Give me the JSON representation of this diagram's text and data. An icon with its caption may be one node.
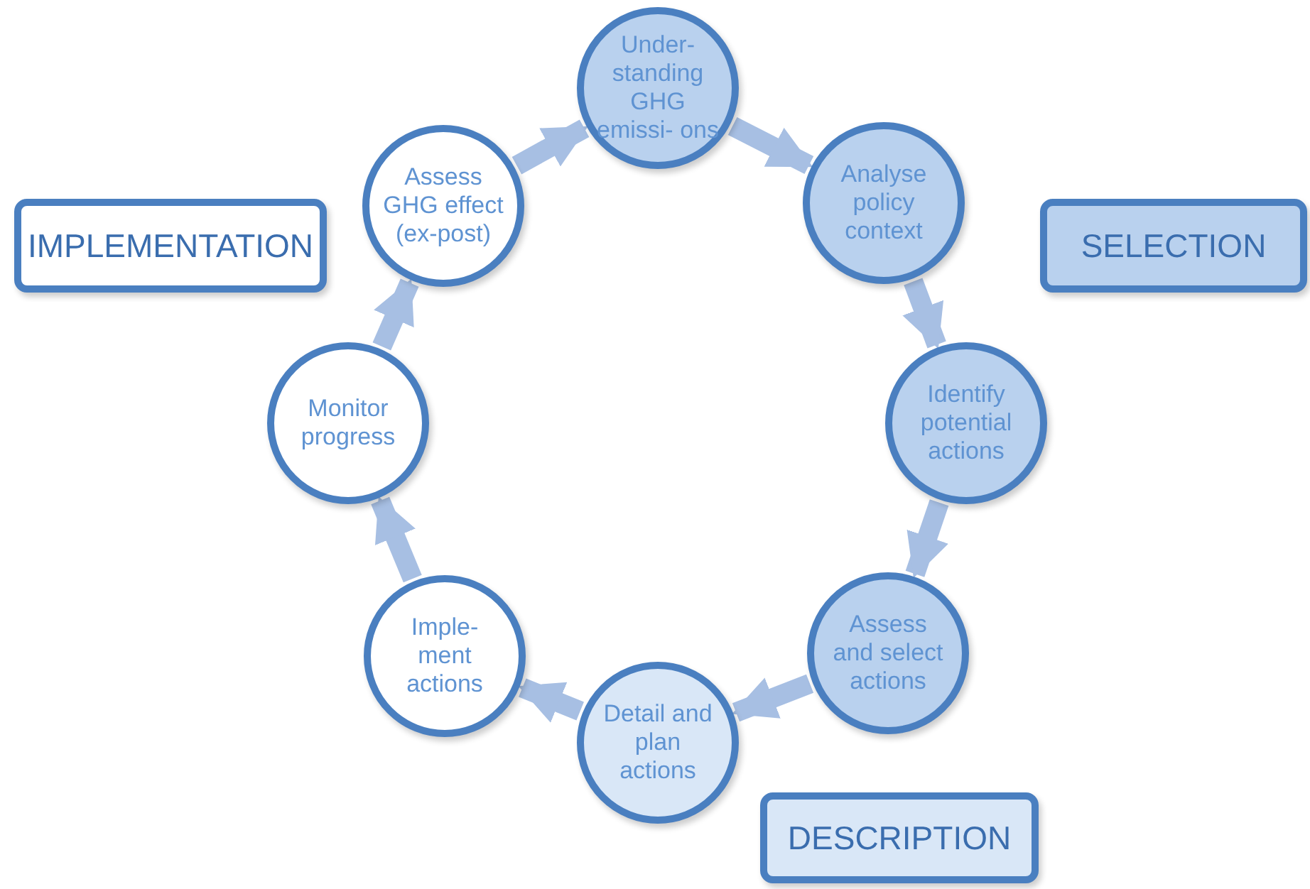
{
  "diagram": {
    "nodes": [
      {
        "text": [
          "Under- standing GHG emissi- ons"
        ]
      },
      {
        "text": [
          "Analyse policy context"
        ]
      },
      {
        "text": [
          "Identify potential actions"
        ]
      },
      {
        "text": [
          "Assess and select actions"
        ]
      },
      {
        "text": [
          "Detail and plan actions"
        ]
      },
      {
        "text": [
          "Imple- ment actions"
        ]
      },
      {
        "text": [
          "Monitor progress"
        ]
      },
      {
        "text": [
          "Assess GHG effect (ex-post)"
        ]
      },
      {
        "text": [
          "IMPLEMENTATION"
        ]
      },
      {
        "text": [
          "SELECTION"
        ]
      },
      {
        "text": [
          "DESCRIPTION"
        ]
      }
    ],
    "edges": [
      {
        "from": 0,
        "to": 1,
        "arrow": "to"
      },
      {
        "from": 1,
        "to": 2,
        "arrow": "to"
      },
      {
        "from": 2,
        "to": 3,
        "arrow": "to"
      },
      {
        "from": 3,
        "to": 4,
        "arrow": "to"
      },
      {
        "from": 4,
        "to": 5,
        "arrow": "to"
      },
      {
        "from": 5,
        "to": 6,
        "arrow": "to"
      },
      {
        "from": 6,
        "to": 7,
        "arrow": "to"
      },
      {
        "from": 7,
        "to": 0,
        "arrow": "to"
      }
    ]
  }
}
